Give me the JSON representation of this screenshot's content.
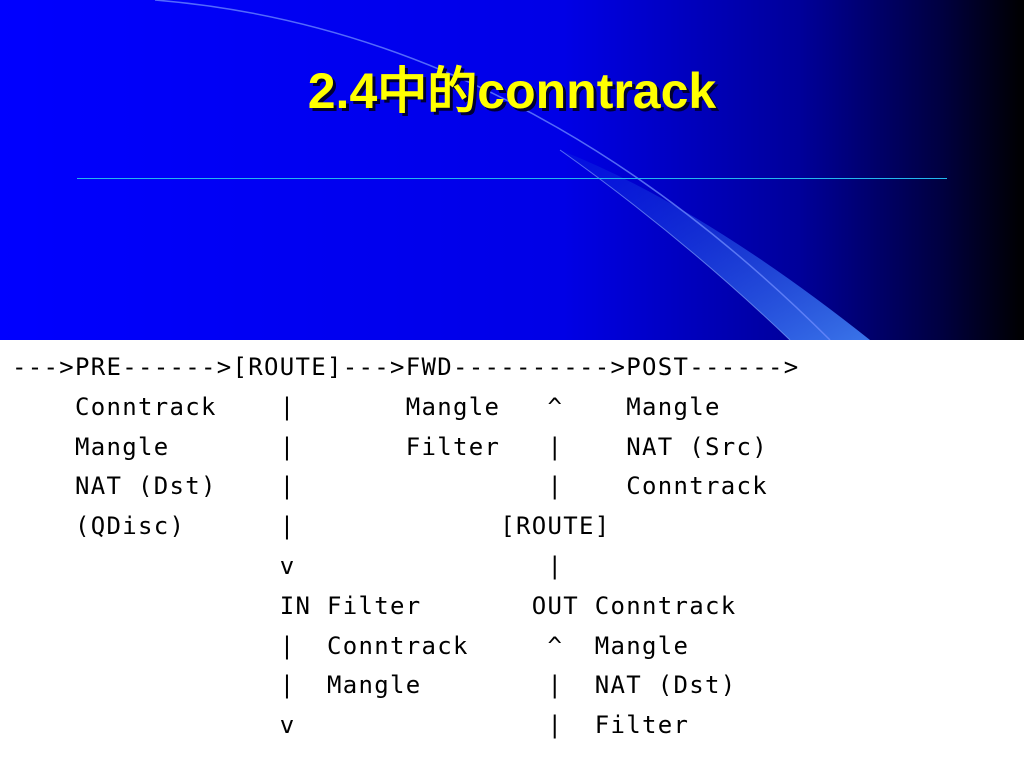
{
  "slide": {
    "title": "2.4中的conntrack"
  },
  "colors": {
    "background_start": "#0000ff",
    "background_end": "#000000",
    "title_text": "#ffff00",
    "rule": "#22b8ee",
    "panel": "#ffffff",
    "diagram_text": "#000000"
  },
  "diagram": {
    "lines": [
      "--->PRE------>[ROUTE]--->FWD---------->POST------>",
      "    Conntrack    |       Mangle   ^    Mangle",
      "    Mangle       |       Filter   |    NAT (Src)",
      "    NAT (Dst)    |                |    Conntrack",
      "    (QDisc)      |             [ROUTE]",
      "                 v                |",
      "                 IN Filter       OUT Conntrack",
      "                 |  Conntrack     ^  Mangle",
      "                 |  Mangle        |  NAT (Dst)",
      "                 v                |  Filter"
    ]
  }
}
